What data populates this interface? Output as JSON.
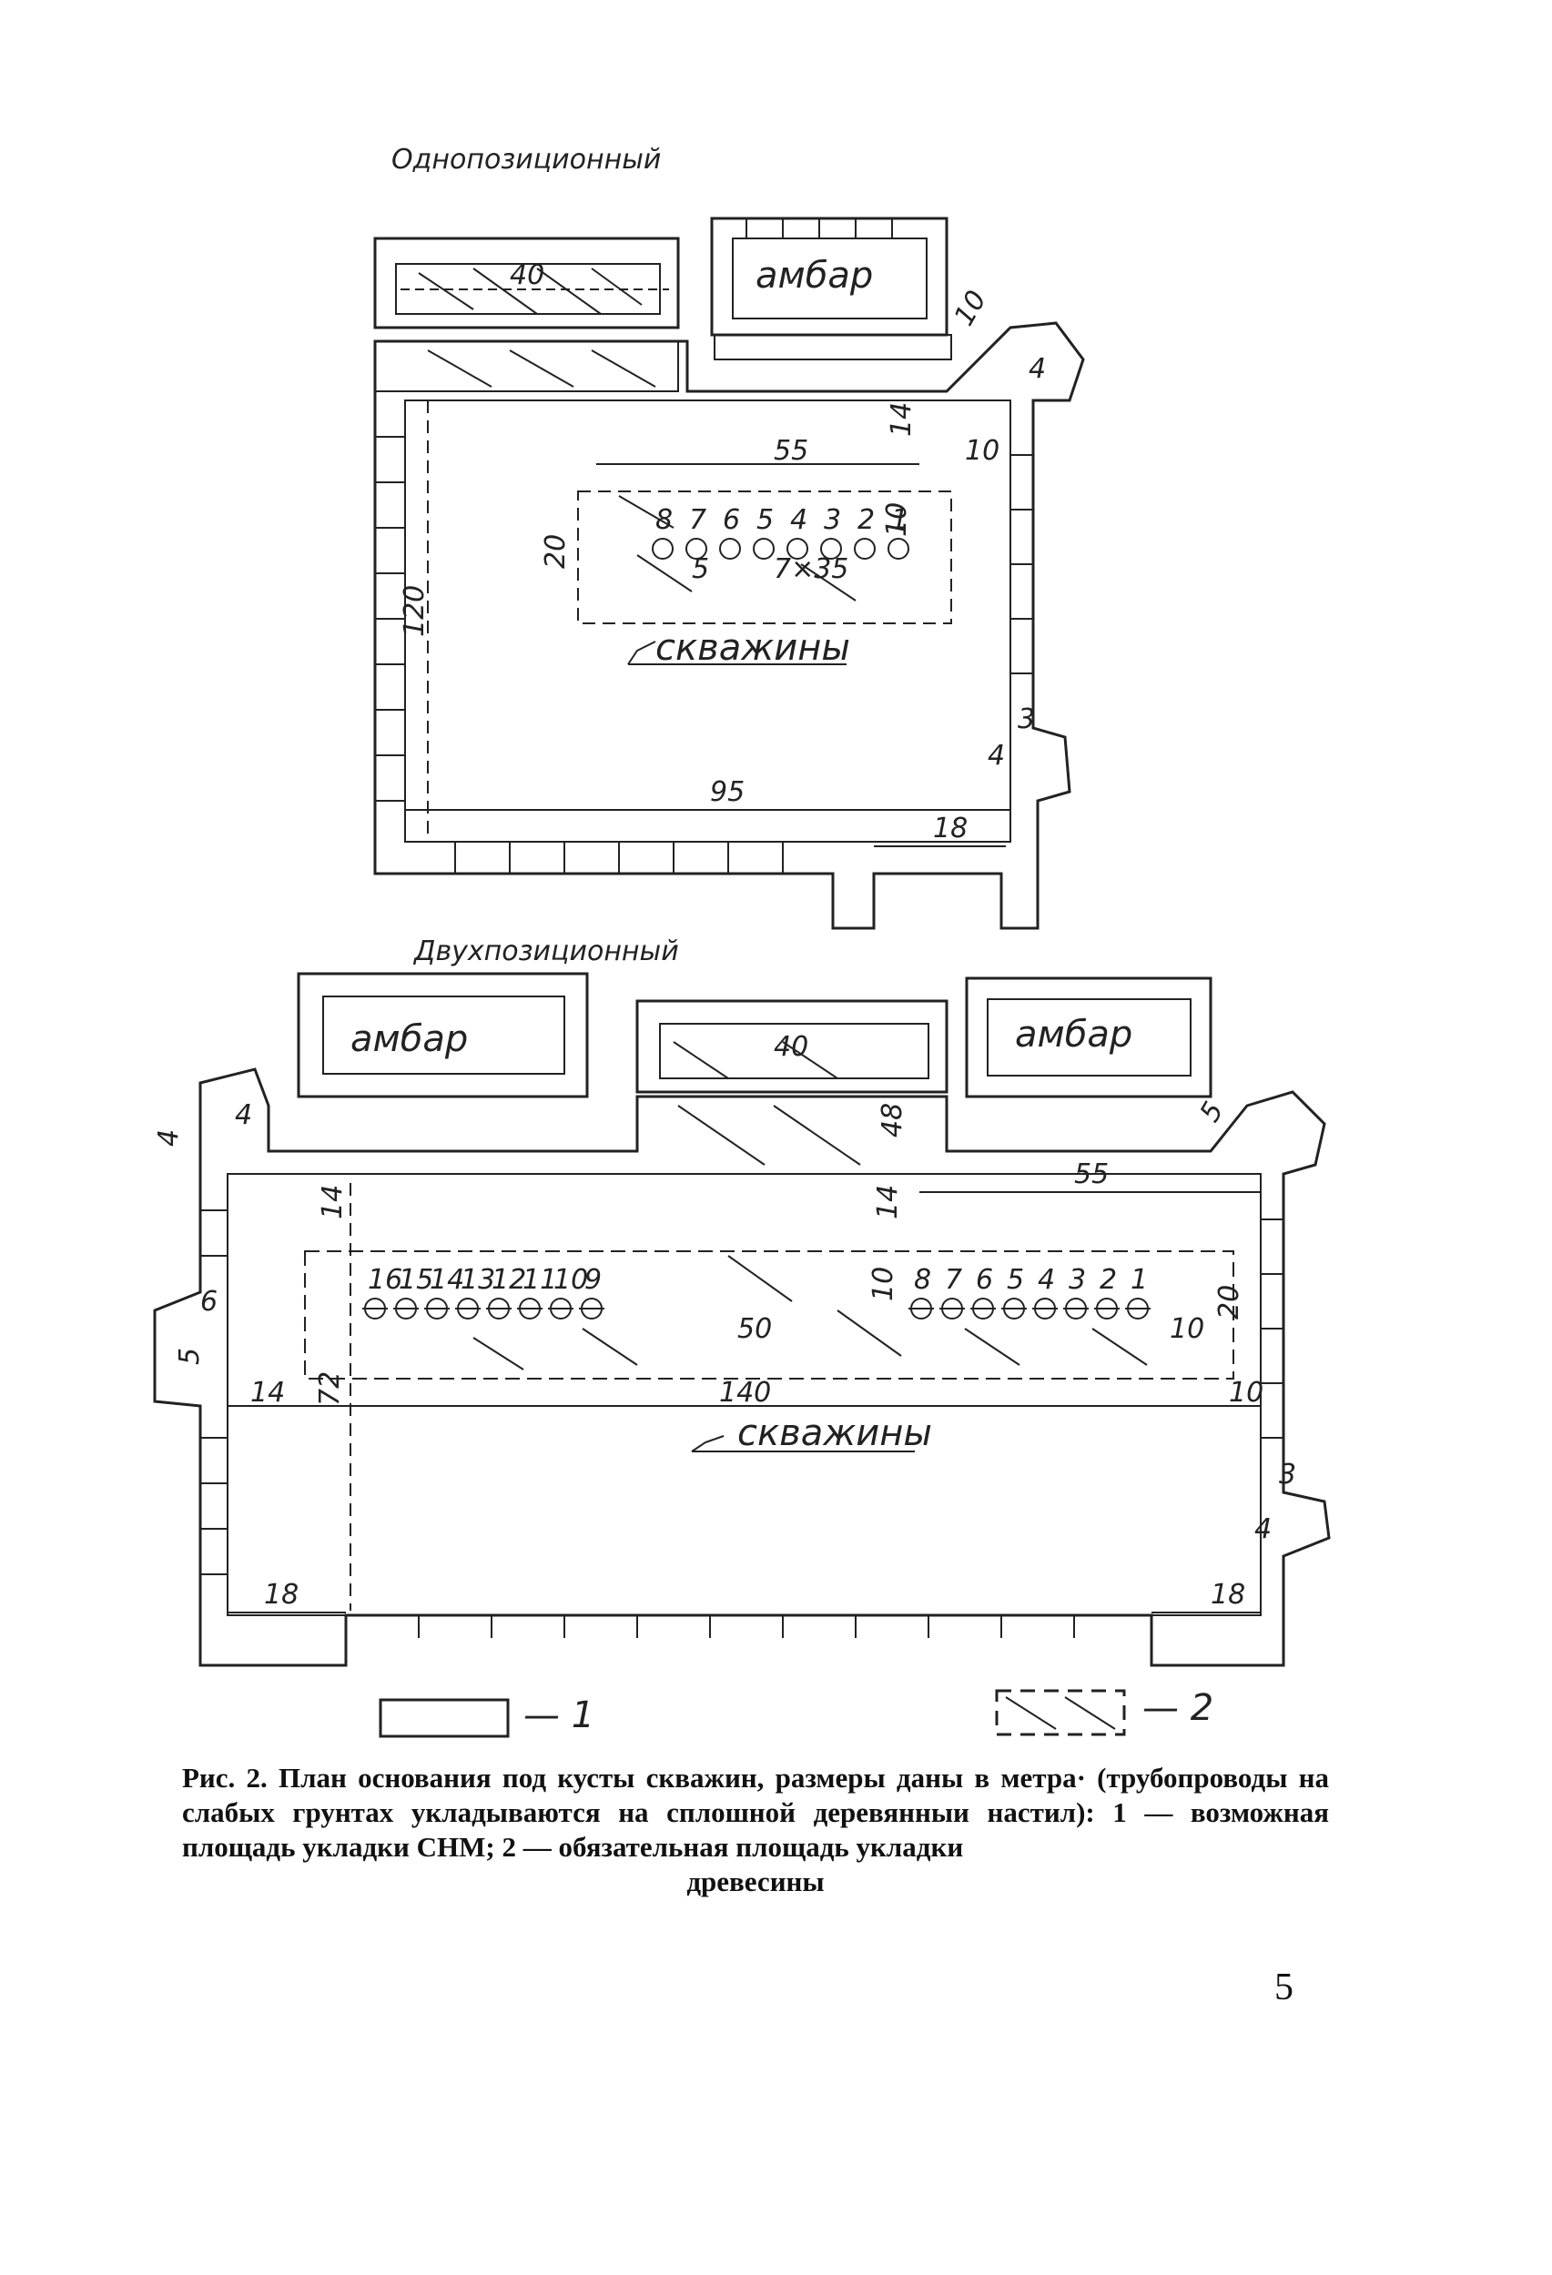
{
  "diagram1": {
    "title": "Однопозиционный",
    "storage_pit": "амбар",
    "wells_label": "скважины",
    "well_numbers": [
      "8",
      "7",
      "6",
      "5",
      "4",
      "3",
      "2",
      "1"
    ],
    "dims": {
      "d40": "40",
      "d10a": "10",
      "d4a": "4",
      "d55": "55",
      "d14": "14",
      "d10b": "10",
      "d20": "20",
      "d10c": "10",
      "d120": "120",
      "d5": "5",
      "d7x35": "7×35",
      "d3": "3",
      "d4b": "4",
      "d95": "95",
      "d18": "18"
    }
  },
  "diagram2": {
    "title": "Двухпозиционный",
    "storage_pit_left": "амбар",
    "storage_pit_right": "амбар",
    "wells_label": "скважины",
    "well_numbers_left": [
      "16",
      "15",
      "14",
      "13",
      "12",
      "11",
      "10",
      "9"
    ],
    "well_numbers_right": [
      "8",
      "7",
      "6",
      "5",
      "4",
      "3",
      "2",
      "1"
    ],
    "dims": {
      "d4a": "4",
      "d4b": "4",
      "d40": "40",
      "d48": "48",
      "d55": "55",
      "d14a": "14",
      "d14b": "14",
      "d6": "6",
      "d5": "5",
      "d10a": "10",
      "d50": "50",
      "d10b": "10",
      "d20": "20",
      "d14c": "14",
      "d72": "72",
      "d140": "140",
      "d10c": "10",
      "d3": "3",
      "d4c": "4",
      "d18a": "18",
      "d18b": "18",
      "d5b": "5"
    }
  },
  "legend": {
    "item1": "— 1",
    "item2": "— 2"
  },
  "caption": {
    "main": "Рис. 2. План основания под кусты скважин, размеры даны в метра· (трубопроводы на слабых грунтах укладываются на сплошной деревянныи настил): 1 — возможная площадь укладки СНМ; 2 — обязательная площадь укладки",
    "last_line": "древесины"
  },
  "page_number": "5",
  "colors": {
    "ink": "#222222",
    "paper": "#ffffff"
  }
}
